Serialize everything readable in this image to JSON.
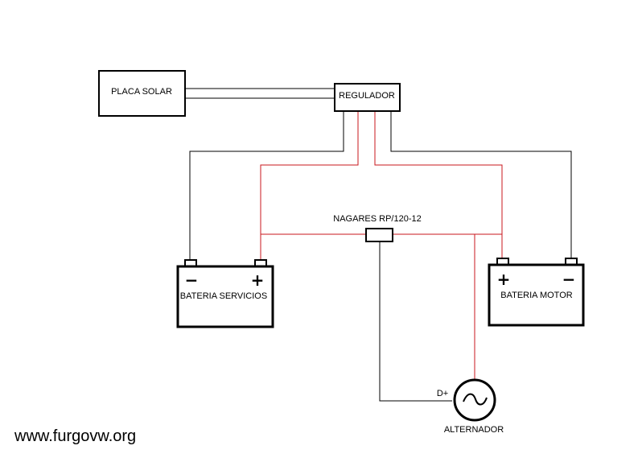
{
  "components": {
    "solar_panel": "PLACA SOLAR",
    "regulator": "REGULADOR",
    "relay": "NAGARES RP/120-12",
    "service_battery": "BATERIA SERVICIOS",
    "motor_battery": "BATERIA MOTOR",
    "alternator": "ALTERNADOR",
    "alternator_terminal": "D+"
  },
  "polarity": {
    "minus": "−",
    "plus": "+"
  },
  "watermark": "www.furgovw.org",
  "colors": {
    "positive_wire": "#c8171e",
    "negative_wire": "#000000"
  }
}
